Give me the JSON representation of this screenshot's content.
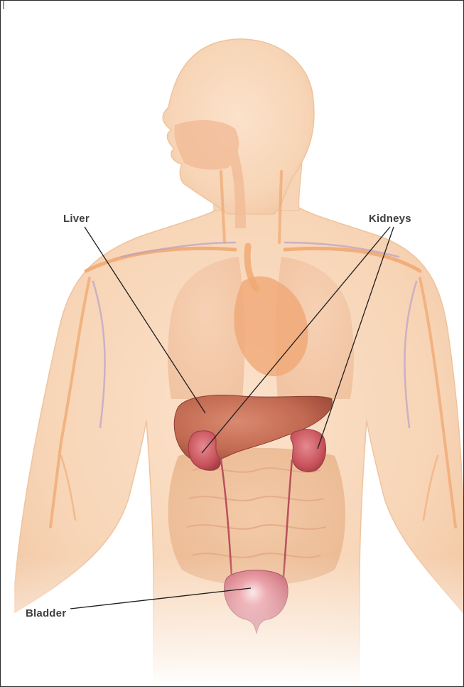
{
  "labels": {
    "liver": "Liver",
    "kidneys": "Kidneys",
    "bladder": "Bladder"
  },
  "colors": {
    "skin": "#f8d9bd",
    "skin_edge": "#efc39e",
    "vessel_artery": "#f0a770",
    "vessel_vein": "#b9a0c8",
    "liver": "#c4674f",
    "kidney": "#cc5a62",
    "bladder": "#d2666f",
    "leader_line": "#1e1e1e",
    "label_text": "#404040"
  }
}
